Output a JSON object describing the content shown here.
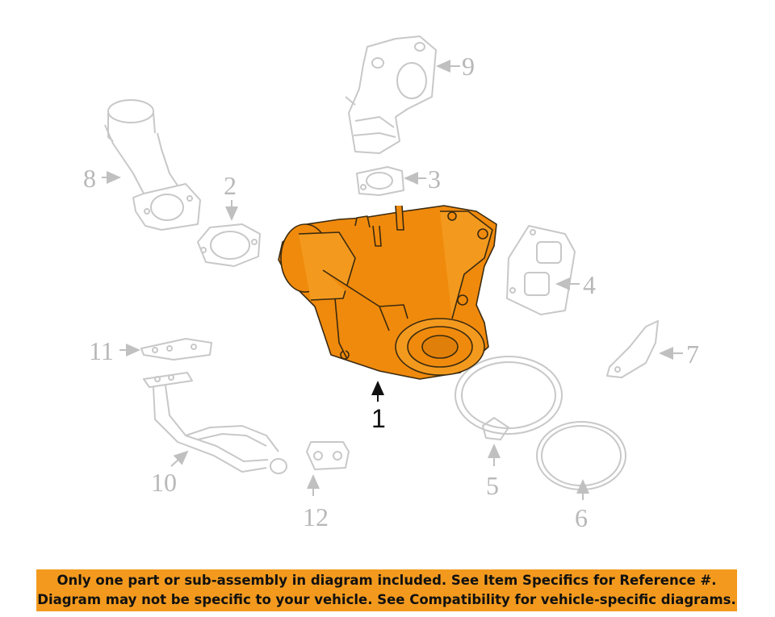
{
  "callouts": {
    "c1": "1",
    "c2": "2",
    "c3": "3",
    "c4": "4",
    "c5": "5",
    "c6": "6",
    "c7": "7",
    "c8": "8",
    "c9": "9",
    "c10": "10",
    "c11": "11",
    "c12": "12"
  },
  "colors": {
    "highlight": "#f39a1e",
    "part_fill": "#f08a0c",
    "line_gray": "#c8c8c8",
    "outline": "#3a2a10"
  },
  "banner": {
    "line1": "Only one part or sub-assembly in diagram included. See Item Specifics for Reference #.",
    "line2": "Diagram may not be specific to your vehicle. See Compatibility for vehicle-specific diagrams."
  }
}
